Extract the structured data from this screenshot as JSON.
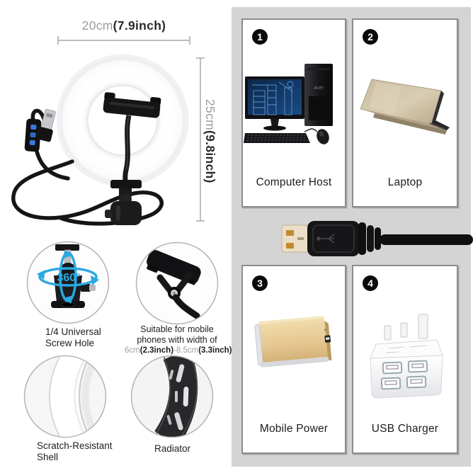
{
  "product": {
    "type": "usb-ring-light-with-phone-clamp",
    "dimensions": {
      "width": {
        "metric": "20cm",
        "imperial": "(7.9inch)"
      },
      "height": {
        "metric": "25cm",
        "imperial": "(9.8inch)"
      }
    }
  },
  "features": [
    {
      "id": "screw-hole",
      "annotation": "360°",
      "lines": [
        "1/4 Universal",
        "Screw Hole"
      ]
    },
    {
      "id": "phone-clamp",
      "lines": [
        "Suitable for mobile",
        "phones with width of"
      ],
      "size_parts": [
        {
          "text": "6cm",
          "tone": "muted"
        },
        {
          "text": "(2.3inch)",
          "tone": "dark"
        },
        {
          "text": "-8.5cm",
          "tone": "muted"
        },
        {
          "text": "(3.3inch)",
          "tone": "dark"
        }
      ]
    },
    {
      "id": "shell",
      "lines": [
        "Scratch-Resistant",
        "Shell"
      ]
    },
    {
      "id": "radiator",
      "lines": [
        "Radiator"
      ]
    }
  ],
  "power_sources": [
    {
      "number": "1",
      "label": "Computer Host",
      "icon": "desktop-computer"
    },
    {
      "number": "2",
      "label": "Laptop",
      "icon": "laptop"
    },
    {
      "number": "3",
      "label": "Mobile Power",
      "icon": "power-bank"
    },
    {
      "number": "4",
      "label": "USB Charger",
      "icon": "usb-wall-charger"
    }
  ],
  "colors": {
    "panel_gray": "#d4d4d5",
    "accent_blue": "#2aa9e2",
    "muted_text": "#9c9c9c",
    "dark_text": "#2b2b2b",
    "power_bank_gold": "#ddbd85",
    "screen_navy": "#12355f"
  }
}
